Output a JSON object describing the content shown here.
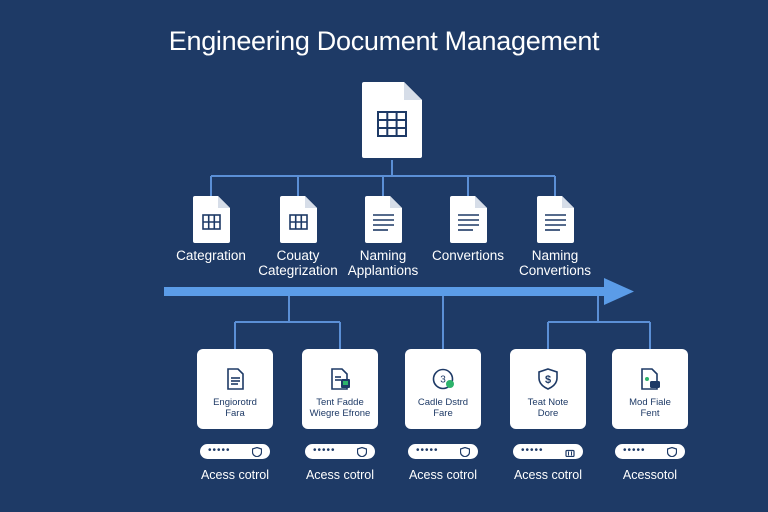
{
  "title": "Engineering Document Management",
  "top_node": {
    "icon": "spreadsheet-document-icon"
  },
  "middle_nodes": [
    {
      "icon": "spreadsheet-document-icon",
      "label_lines": [
        "Categration"
      ]
    },
    {
      "icon": "spreadsheet-document-icon",
      "label_lines": [
        "Couaty",
        "Categrization"
      ]
    },
    {
      "icon": "text-document-icon",
      "label_lines": [
        "Naming",
        "Applantions"
      ]
    },
    {
      "icon": "text-document-icon",
      "label_lines": [
        "Convertions"
      ]
    },
    {
      "icon": "text-document-icon",
      "label_lines": [
        "Naming",
        "Convertions"
      ]
    }
  ],
  "bottom_nodes": [
    {
      "icon": "document-icon",
      "label_lines": [
        "Engiorotrd",
        "Fara"
      ],
      "pill_icon": "shield-icon",
      "access_label": "Acess cotrol"
    },
    {
      "icon": "document-lock-icon",
      "label_lines": [
        "Tent Fadde",
        "Wiegre Efrone"
      ],
      "pill_icon": "shield-icon",
      "access_label": "Acess cotrol"
    },
    {
      "icon": "clock-check-icon",
      "label_lines": [
        "Cadle Dstrd",
        "Fare"
      ],
      "pill_icon": "shield-icon",
      "access_label": "Acess cotrol"
    },
    {
      "icon": "dollar-shield-icon",
      "label_lines": [
        "Teat Note",
        "Dore"
      ],
      "pill_icon": "lock-icon",
      "access_label": "Acess cotrol"
    },
    {
      "icon": "document-badge-icon",
      "label_lines": [
        "Mod Fiale",
        "Fent"
      ],
      "pill_icon": "shield-icon",
      "access_label": "Acessotol"
    }
  ],
  "pill_dots": "•••••",
  "colors": {
    "background": "#1e3a66",
    "connector": "#5b8fd6",
    "arrow": "#5b9ce8",
    "card": "#ffffff",
    "ink": "#1e3a66"
  }
}
